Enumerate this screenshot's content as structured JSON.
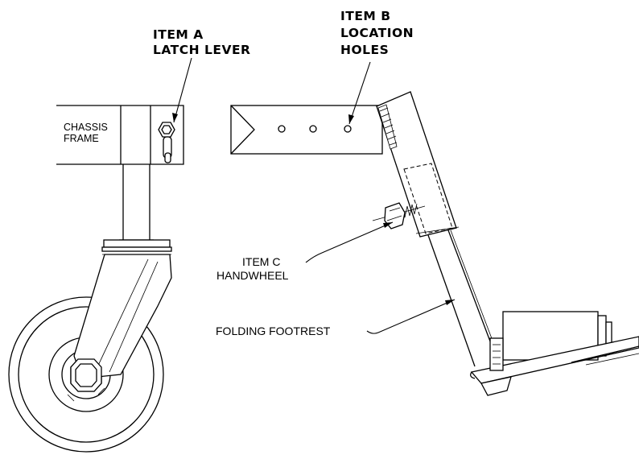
{
  "labels": {
    "item_a": {
      "line1": "ITEM A",
      "line2": "LATCH LEVER"
    },
    "item_b": {
      "line1": "ITEM B",
      "line2": "LOCATION",
      "line3": "HOLES"
    },
    "item_c": {
      "line1": "ITEM C",
      "line2": "HANDWHEEL"
    },
    "chassis": {
      "line1": "CHASSIS",
      "line2": "FRAME"
    },
    "footrest": "FOLDING FOOTREST"
  }
}
